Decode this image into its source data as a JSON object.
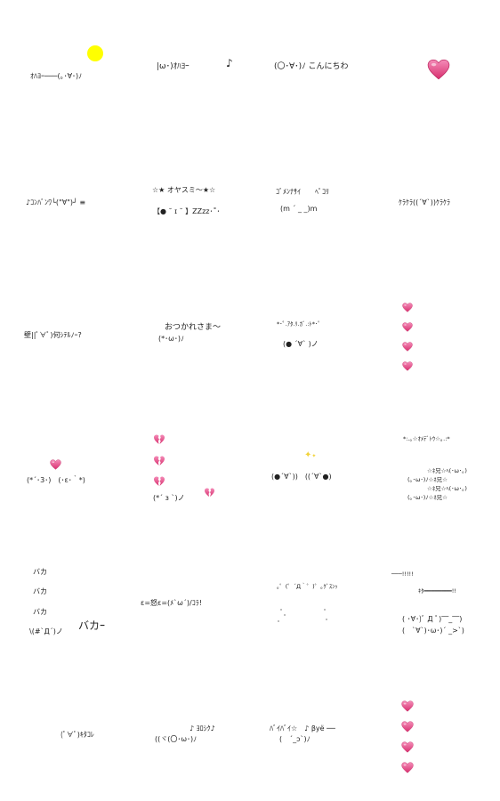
{
  "colors": {
    "sun": "#ffff00",
    "heart": "#e44a86",
    "heart_light": "#f9a9c8",
    "sparkle": "#f2d33a"
  },
  "icons": {
    "sun": "sun-icon",
    "heart": "heart-icon",
    "broken_heart": "broken-heart-icon",
    "sparkle": "sparkle-icon",
    "music_note": "music-note-icon"
  },
  "row1": {
    "c1": "ｵﾊﾖｰ───(｡･∀･)ﾉ",
    "c2": "|ω･)ｵﾊﾖｰ",
    "c2_note": "♪",
    "c3": "(〇･∀･)ﾉ こんにちわ"
  },
  "row2": {
    "c1": "♪ｺﾝﾊﾞﾝﾜ└(\"∀\")┘ ≡",
    "c2_line1": "☆★ オヤスミ〜★☆",
    "c2_line2": "【● ˘ ɪ ˘ 】ZZzz･˚･",
    "c3_line1": "ｺﾞﾒﾝﾅｻｲ　　ﾍﾟｺﾘ",
    "c3_line2": "(m ˊ _ _)m",
    "c4": "ｹﾗｹﾗ((ˊ∀ˋ))ｹﾗｹﾗ"
  },
  "row3": {
    "c1": "壁||ﾟ∀ﾟ)何ｼﾃﾙﾉｰ?",
    "c2_line1": "おつかれさま〜",
    "c2_line2": "(*･ω･)ﾉ",
    "c3_line1": "*･ﾟ.ｱﾀ.ﾘ.ｶﾞ.:ﾄ*･ﾟ",
    "c3_line2": "(● ˊ∀ˋ )ノ"
  },
  "row4": {
    "c1": "(*´･3･)　(･ε･｀*)",
    "c2": "(*ˊ з ˋ)ノ",
    "c3": "(●ˊ∀ˋ))　((ˊ∀ˋ●)",
    "c4_title": "*:.｡☆ｵﾒﾃﾞﾄｳ☆｡.:*",
    "c4_l1": "☆ﾈ兄☆ﾍ(･ω･｡)",
    "c4_l2": "(｡･ω･)ﾉ☆ﾈ兄☆",
    "c4_l3": "☆ﾈ兄☆ﾍ(･ω･｡)",
    "c4_l4": "(｡･ω･)ﾉ☆ﾈ兄☆"
  },
  "row5": {
    "c1_l1": "バカ",
    "c1_l2": "バカ",
    "c1_l3": "バカ",
    "c1_l4": "\\(#`Д´)ノ",
    "c1_big": "バカｰ",
    "c2": "ε=怒ε=(ﾒ`ω´)/ｺﾗ!",
    "c3": "｡゜(゜´Д｀゜)゜｡ｸﾞｽﾝｯ",
    "c4_l1": "───!!!!!",
    "c4_l2": "ｷﾀ━━━━━━━━!!",
    "c4_l3": "( ･∀･)ﾞ Д ﾟ)‾‾_‾‾)",
    "c4_l4": "(　ˋ∀ˋ)･ω･)ˊ _>ˋ)"
  },
  "row6": {
    "c1": "(ﾟ∀ﾟ)ｷﾀｺﾚ",
    "c2_line1": "♪ ﾖﾛｼｸ♪",
    "c2_line2": "((ヾ(〇･ω･)ﾉ",
    "c3_line1": "ﾊﾞｲﾊﾞｲ☆　♪ βyё ──",
    "c3_line2": "(　ˊ_ɔˋ)ﾉ"
  }
}
